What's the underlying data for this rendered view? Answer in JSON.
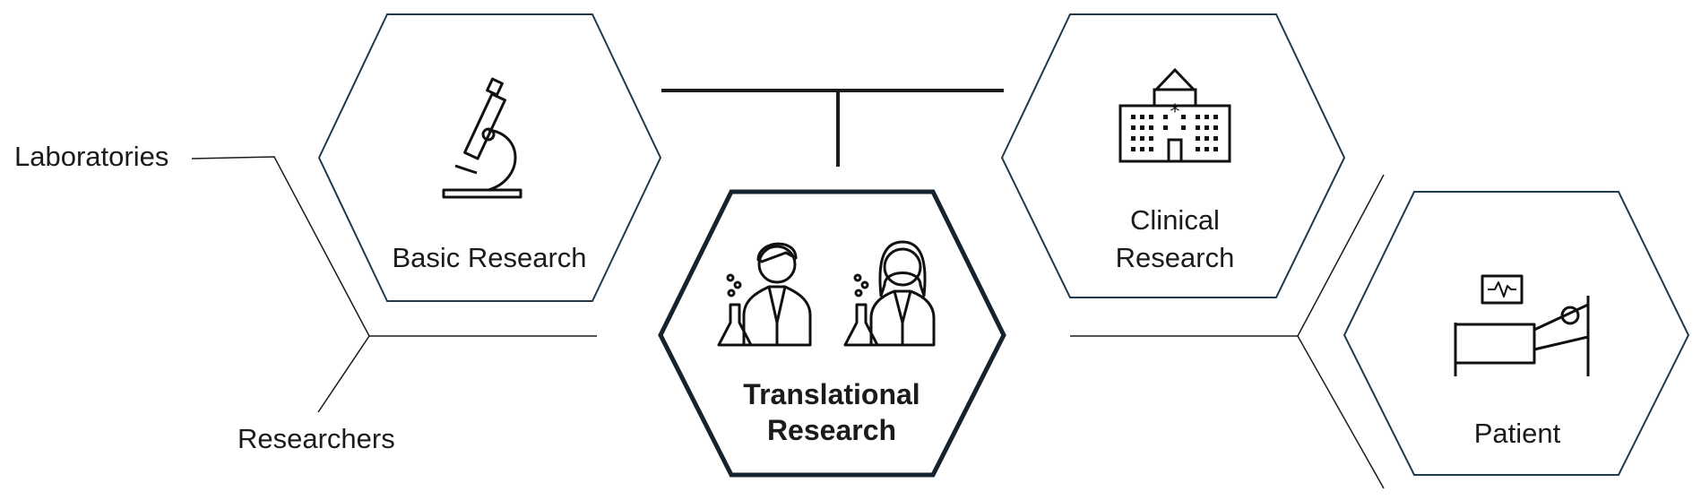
{
  "labels": {
    "laboratories": "Laboratories",
    "researchers": "Researchers",
    "basic_research": "Basic Research",
    "translational_line1": "Translational",
    "translational_line2": "Research",
    "clinical_line1": "Clinical",
    "clinical_line2": "Research",
    "patient": "Patient"
  },
  "icons": {
    "basic": "microscope-icon",
    "translational": "scientists-with-flasks-icon",
    "clinical": "hospital-icon",
    "patient": "patient-in-bed-icon"
  },
  "colors": {
    "outline": "#1f3a4d",
    "emphasis": "#14232f",
    "connector": "#1b1b1b"
  }
}
